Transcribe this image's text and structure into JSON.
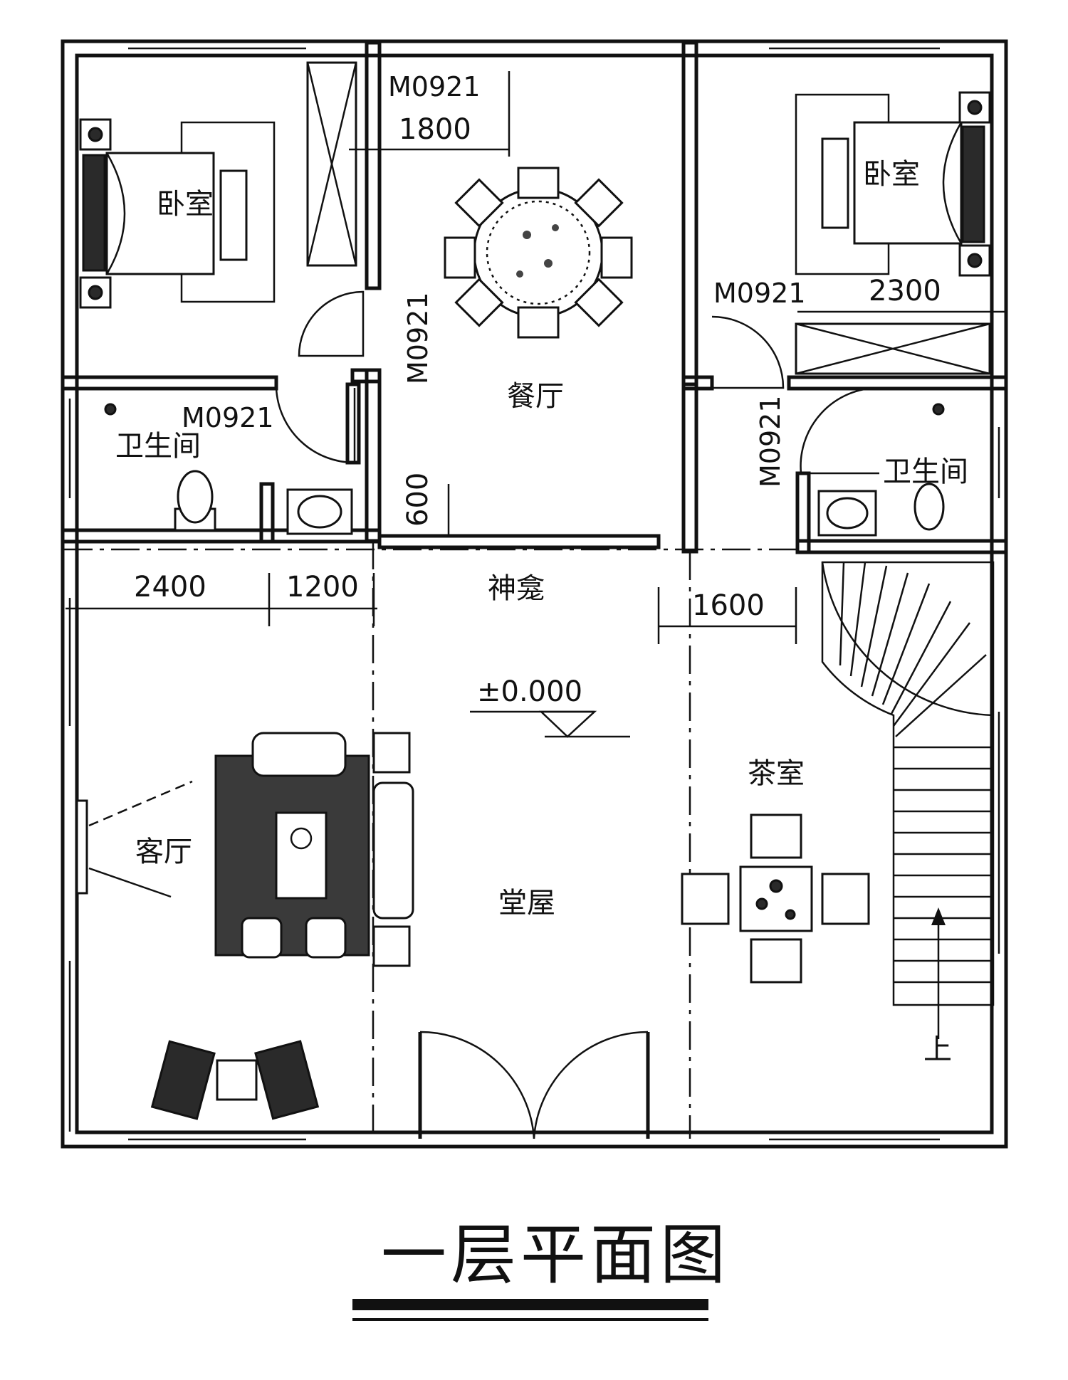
{
  "title": "一层平面图",
  "rooms": {
    "bedroom_left": "卧室",
    "bedroom_right": "卧室",
    "dining": "餐厅",
    "bath_left": "卫生间",
    "bath_right": "卫生间",
    "shrine": "神龛",
    "living": "客厅",
    "hall": "堂屋",
    "tea": "茶室"
  },
  "doors": {
    "top": "M0921",
    "dining_side": "M0921",
    "bath_left": "M0921",
    "bedroom_right": "M0921",
    "bath_right": "M0921"
  },
  "dimensions": {
    "d1800": "1800",
    "d2300": "2300",
    "d600": "600",
    "d2400": "2400",
    "d1200": "1200",
    "d1600": "1600"
  },
  "elevation": "±0.000",
  "stair_up": "上",
  "colors": {
    "line": "#111111",
    "background": "#ffffff"
  }
}
